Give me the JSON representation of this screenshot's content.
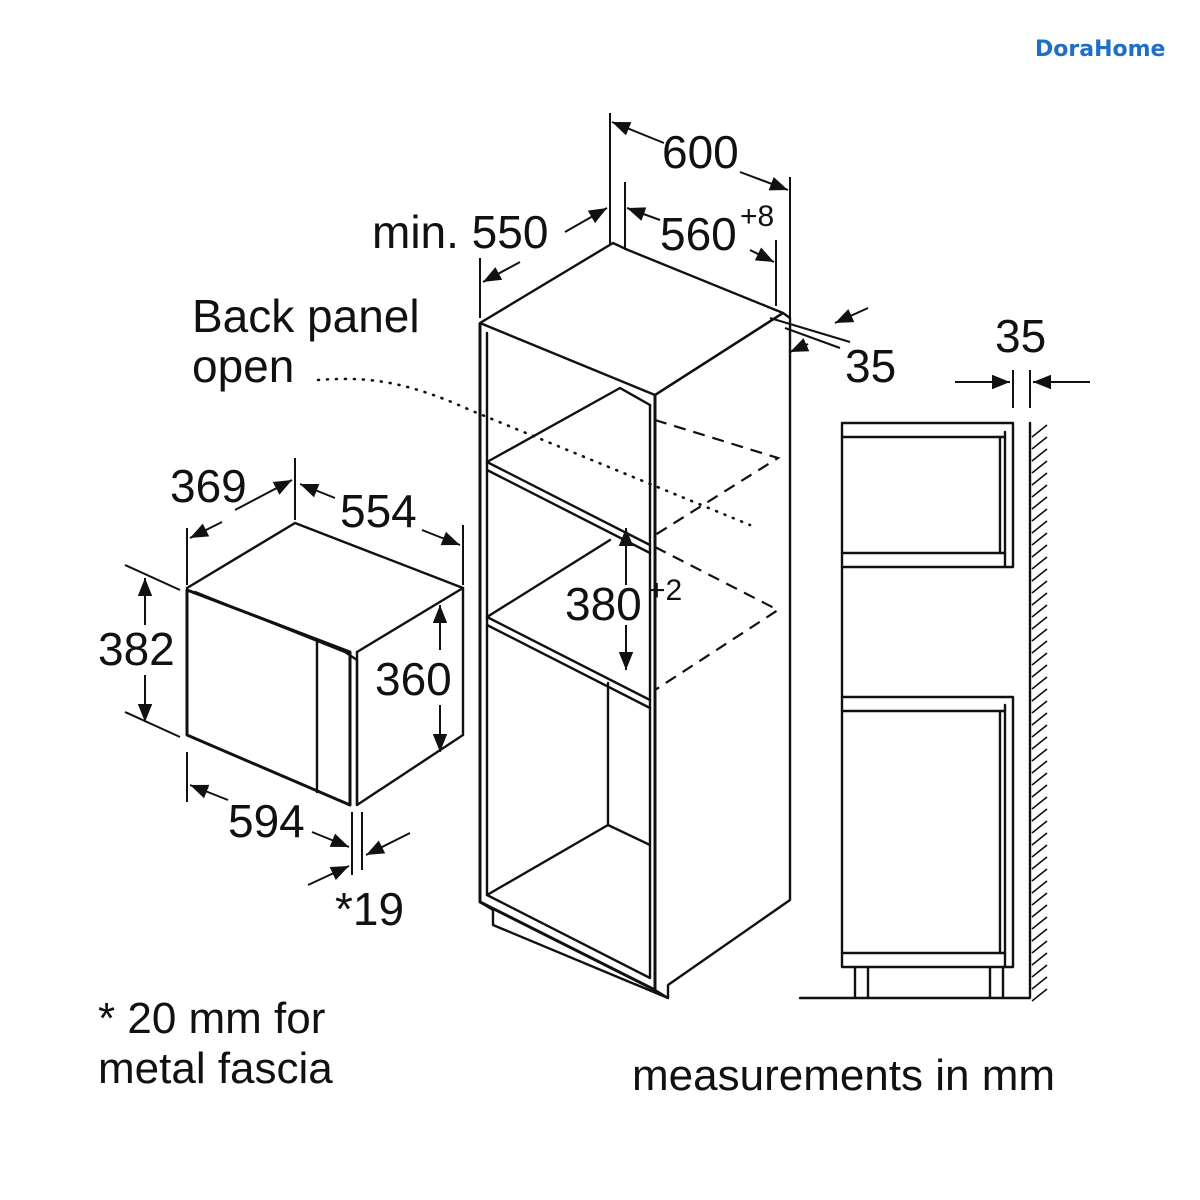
{
  "brand": {
    "logo_text": "DoraHome",
    "color": "#1e6fc8"
  },
  "labels": {
    "cabinet_width": "600",
    "cabinet_depth": "min. 550",
    "niche_width": "560",
    "niche_width_tol": "+8",
    "back_gap": "35",
    "side_gap": "35",
    "back_panel_line1": "Back panel",
    "back_panel_line2": "open",
    "niche_height": "380",
    "niche_height_tol": "+2",
    "oven_depth": "369",
    "oven_body_width": "554",
    "oven_front_height": "382",
    "oven_body_height": "360",
    "oven_front_width": "594",
    "fascia_thickness": "*19"
  },
  "notes": {
    "footnote_line1": "* 20 mm for",
    "footnote_line2": "metal fascia",
    "units": "measurements in mm"
  },
  "icons": [
    "arrow-icon",
    "hatch-wall-icon"
  ]
}
